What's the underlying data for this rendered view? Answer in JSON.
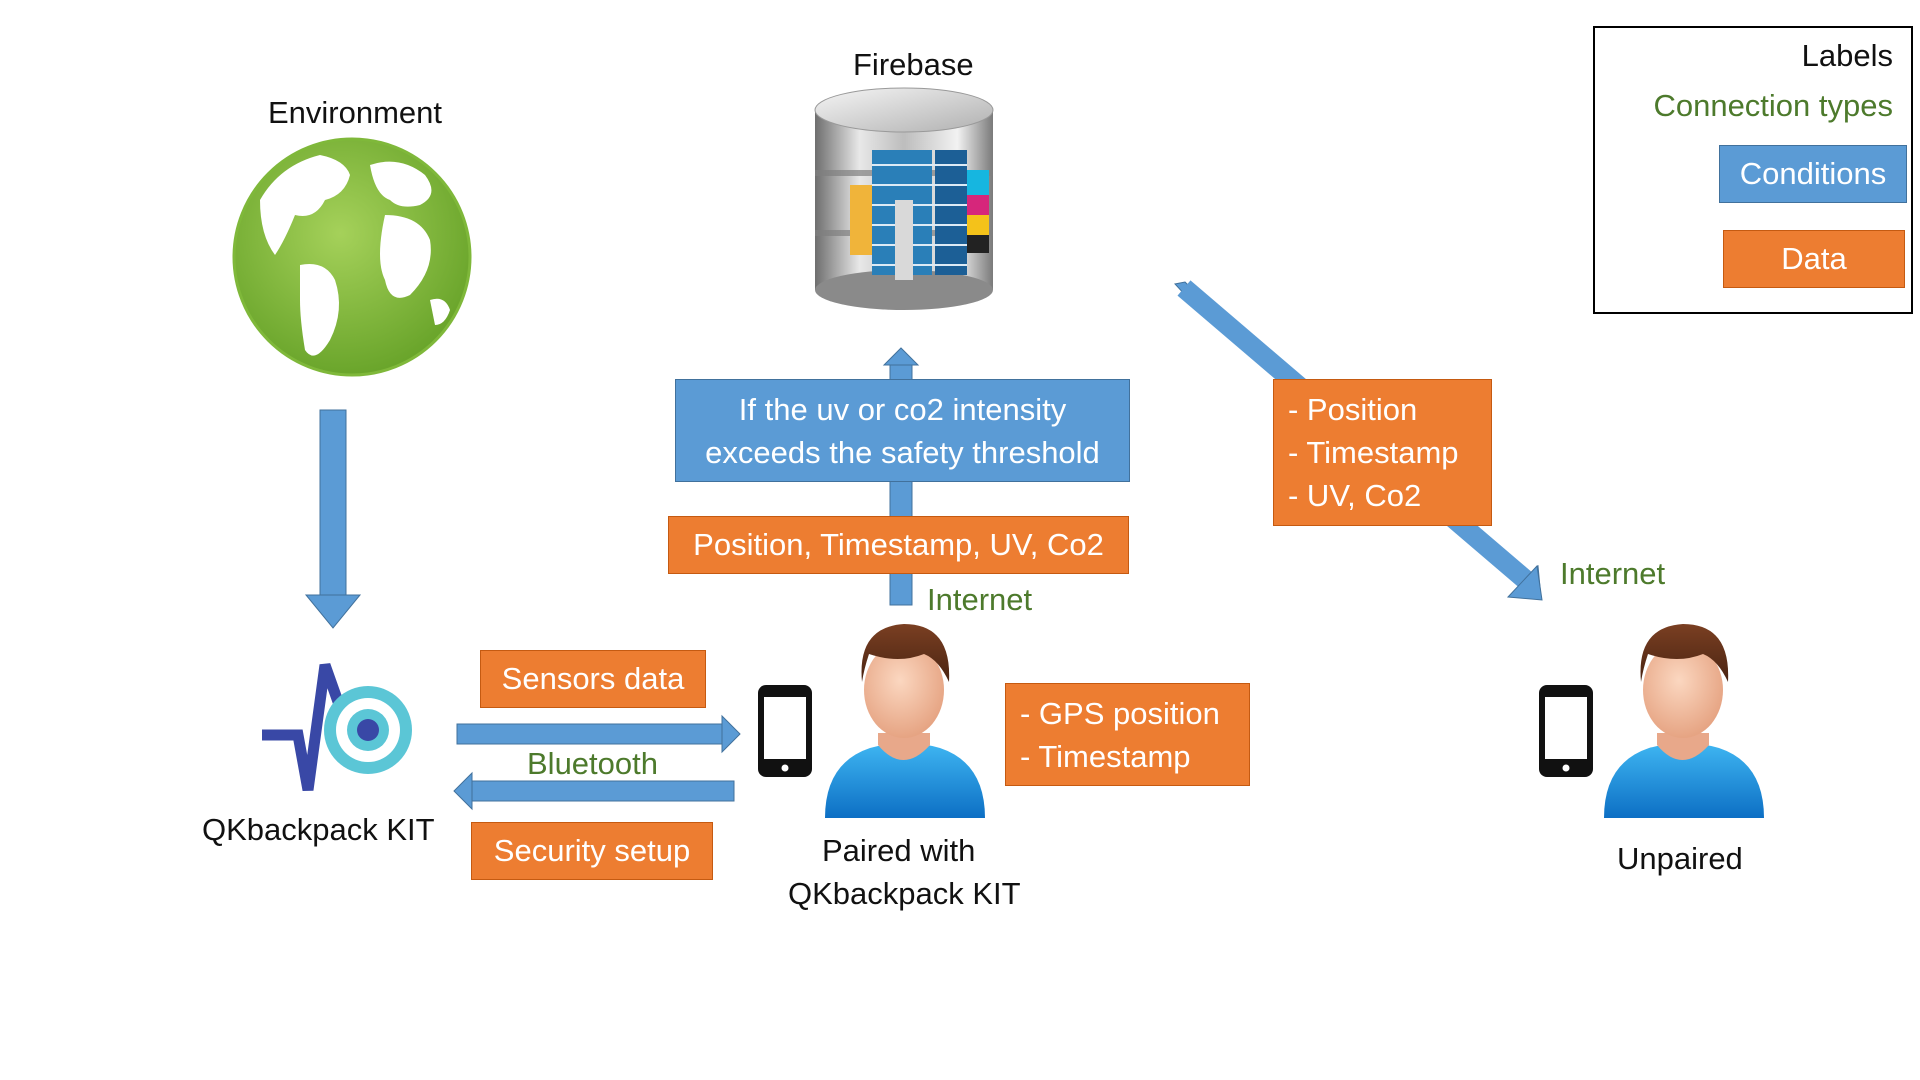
{
  "nodes": {
    "environment": "Environment",
    "firebase": "Firebase",
    "kit": "QKbackpack KIT",
    "paired_line1": "Paired with",
    "paired_line2": "QKbackpack KIT",
    "unpaired": "Unpaired"
  },
  "connections": {
    "bluetooth": "Bluetooth",
    "internet_up": "Internet",
    "internet_down": "Internet"
  },
  "data_labels": {
    "sensors_data": "Sensors data",
    "security_setup": "Security setup",
    "upload_data": "Position, Timestamp, UV, Co2",
    "gps_items": [
      "- GPS position",
      "- Timestamp"
    ],
    "firebase_out_items": [
      "- Position",
      "- Timestamp",
      "- UV, Co2"
    ]
  },
  "conditions": {
    "threshold_line1": "If the uv or co2 intensity",
    "threshold_line2": "exceeds the safety threshold"
  },
  "legend": {
    "title": "Labels",
    "connection_types": "Connection types",
    "conditions": "Conditions",
    "data": "Data"
  },
  "colors": {
    "data_fill": "#ed7d31",
    "condition_fill": "#5b9bd5",
    "connection_text": "#4d7a2c",
    "arrow": "#5b9bd5"
  },
  "icons": [
    "globe-icon",
    "database-icon",
    "qk-logo-icon",
    "smartphone-icon",
    "user-icon"
  ]
}
